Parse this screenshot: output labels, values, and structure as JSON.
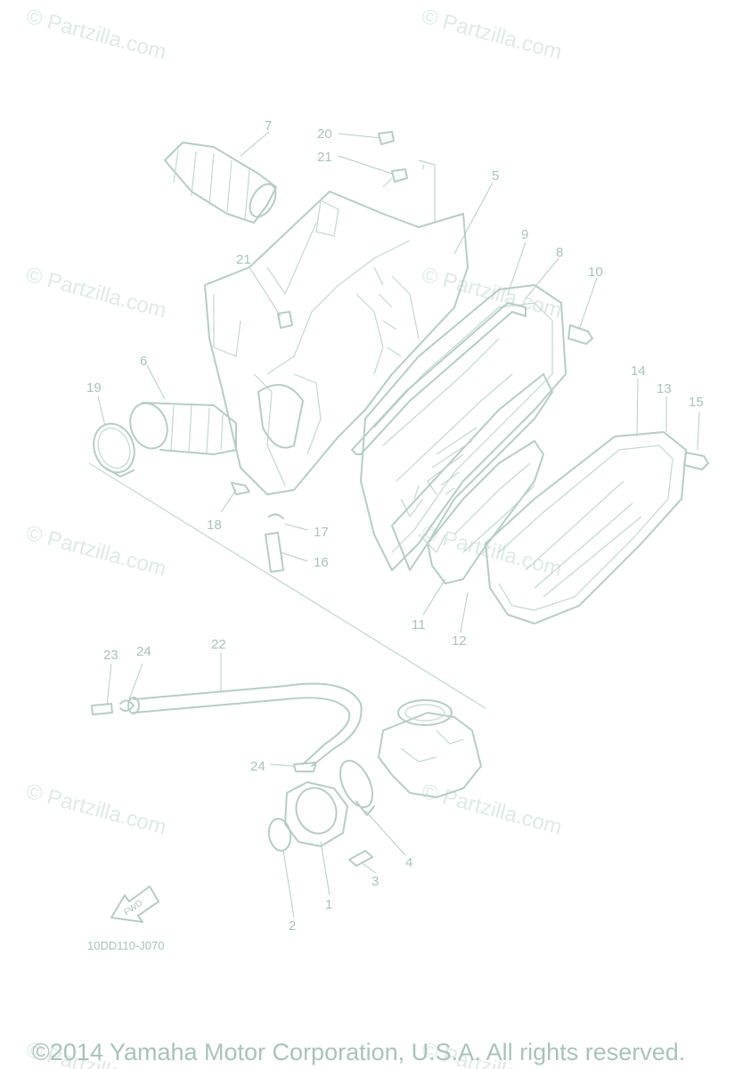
{
  "watermark": "© Partzilla.com",
  "callouts": [
    "1",
    "2",
    "3",
    "4",
    "5",
    "6",
    "7",
    "8",
    "9",
    "10",
    "11",
    "12",
    "13",
    "14",
    "15",
    "16",
    "17",
    "18",
    "19",
    "20",
    "21",
    "21",
    "22",
    "23",
    "24",
    "24"
  ],
  "diagram_code": "10DD110-J070",
  "fwd_label": "FWD",
  "copyright": "©2014 Yamaha Motor Corporation, U.S.A. All rights reserved.",
  "colors": {
    "line": "#b6cdc4",
    "text": "#a9c3b9",
    "watermark": "#dfe9e5"
  }
}
